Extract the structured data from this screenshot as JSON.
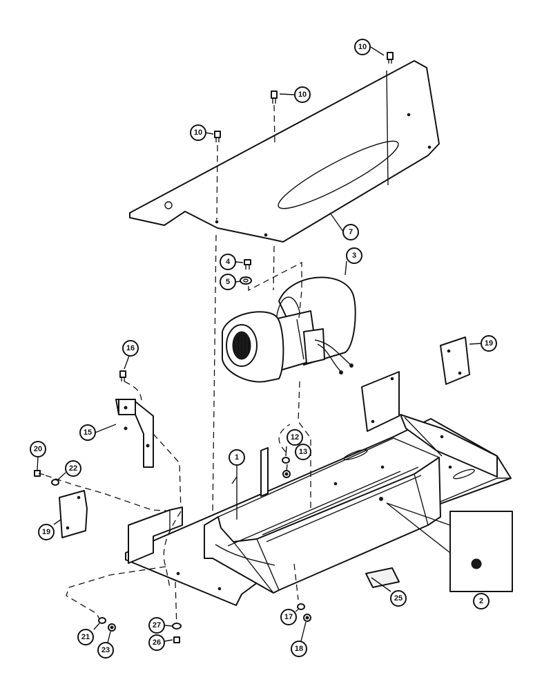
{
  "callouts": {
    "c10a": "10",
    "c10b": "10",
    "c10c": "10",
    "c7": "7",
    "c4": "4",
    "c5": "5",
    "c3": "3",
    "c16": "16",
    "c19a": "19",
    "c15": "15",
    "c12": "12",
    "c13": "13",
    "c1": "1",
    "c20": "20",
    "c22": "22",
    "c19b": "19",
    "c2": "2",
    "c25": "25",
    "c27": "27",
    "c26": "26",
    "c21": "21",
    "c23": "23",
    "c17": "17",
    "c18": "18"
  }
}
